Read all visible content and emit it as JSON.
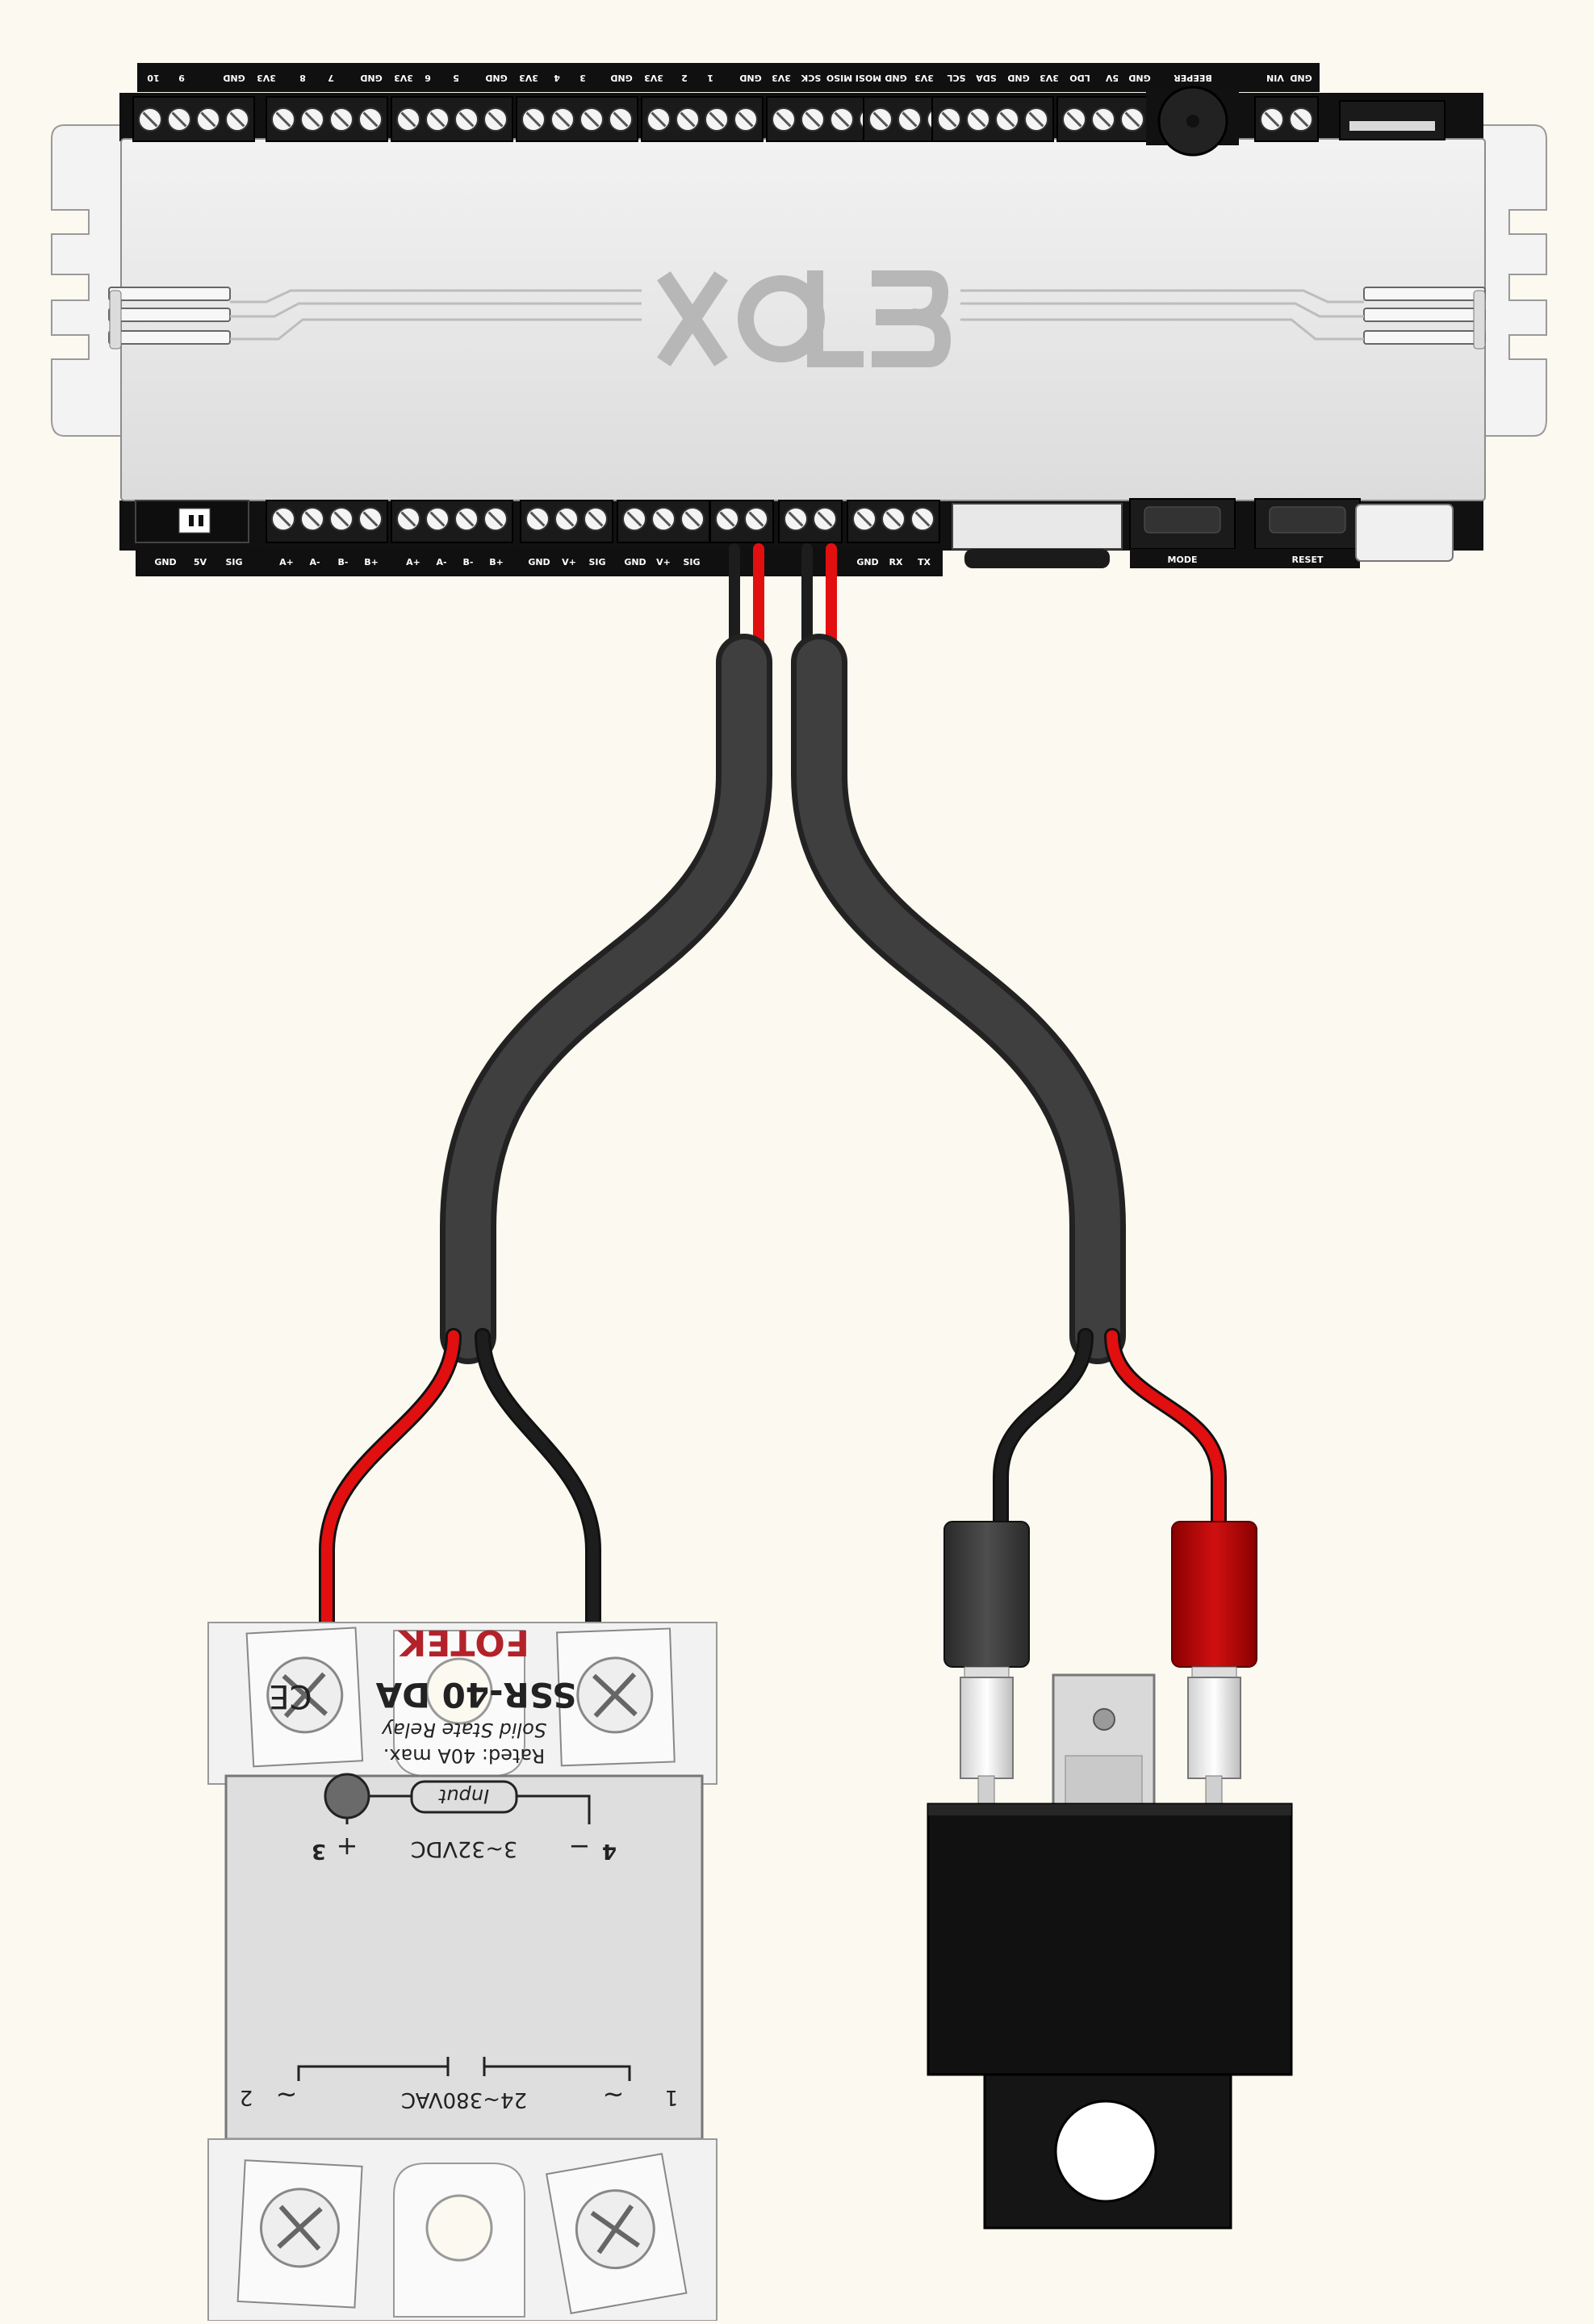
{
  "controller": {
    "logo": "BLOX",
    "top_header_labels": [
      "10",
      "9",
      "GND",
      "3V3",
      "8",
      "7",
      "GND",
      "3V3",
      "6",
      "5",
      "GND",
      "3V3",
      "4",
      "3",
      "GND",
      "3V3",
      "2",
      "1",
      "GND",
      "3V3",
      "SCK",
      "MISO",
      "MOSI",
      "GND",
      "3V3",
      "SCL",
      "SDA",
      "GND",
      "3V3",
      "LDO",
      "5V",
      "GND",
      "BEEPER",
      "VIN",
      "GND"
    ],
    "bottom_header_labels": [
      "GND",
      "5V",
      "SIG",
      "A+",
      "A-",
      "B-",
      "B+",
      "A+",
      "A-",
      "B-",
      "B+",
      "GND",
      "V+",
      "SIG",
      "GND",
      "V+",
      "SIG",
      "GND",
      "RX",
      "TX"
    ],
    "buttons": {
      "mode": "MODE",
      "reset": "RESET"
    }
  },
  "ssr": {
    "brand": "FOTEK",
    "model": "SSR-40 DA",
    "type_line": "Solid State Relay",
    "rating": "Rated: 40A max.",
    "input_label": "Input",
    "input_range": "3~32VDC",
    "output_range": "24~380VAC",
    "terminal_3": "3",
    "terminal_4": "4",
    "terminal_1": "1",
    "terminal_2": "2",
    "plus": "+",
    "minus": "−",
    "tilde": "~",
    "ce_mark": "CE"
  },
  "colors": {
    "wire_red": "#e10f0f",
    "wire_black": "#1d1d1d",
    "cable_jacket": "#3b3b3b",
    "board_body": "#e6e6e6",
    "background": "#fbf9f0"
  }
}
